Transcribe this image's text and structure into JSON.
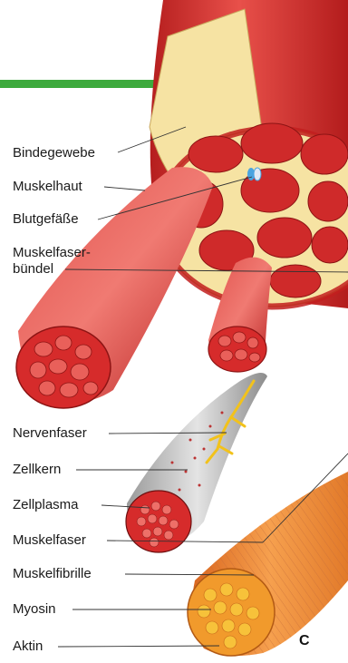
{
  "labels": {
    "bindegewebe": "Bindegewebe",
    "muskelhaut": "Muskelhaut",
    "blutgefaesse": "Blutgefäße",
    "muskelfaserbuendel_1": "Muskelfaser-",
    "muskelfaserbuendel_2": "bündel",
    "nervenfaser": "Nervenfaser",
    "zellkern": "Zellkern",
    "zellplasma": "Zellplasma",
    "muskelfaser": "Muskelfaser",
    "muskelfibrille": "Muskelfibrille",
    "myosin": "Myosin",
    "aktin": "Aktin"
  },
  "corner_letter": "C",
  "colors": {
    "muscle_red": "#d42b2b",
    "muscle_dark": "#a01818",
    "connective_tissue": "#f6e3a3",
    "stripe_green": "#3daa3d",
    "nerve_yellow": "#f2c21b",
    "fibril_orange": "#f19a2c"
  }
}
